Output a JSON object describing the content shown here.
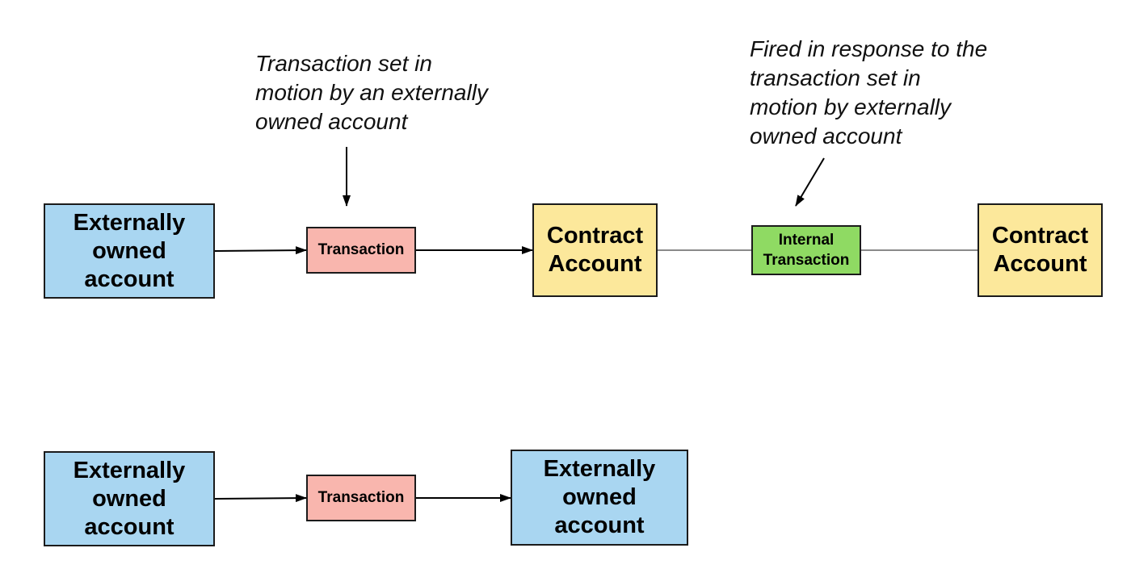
{
  "annotations": {
    "transaction_note": "Transaction set in\nmotion by an externally\nowned account",
    "internal_note": "Fired in response to the\ntransaction set in\nmotion by externally\nowned account"
  },
  "row1": {
    "source": "Externally\nowned\naccount",
    "transaction": "Transaction",
    "contract_1": "Contract\nAccount",
    "internal_transaction": "Internal\nTransaction",
    "contract_2": "Contract\nAccount"
  },
  "row2": {
    "source": "Externally\nowned\naccount",
    "transaction": "Transaction",
    "target": "Externally\nowned\naccount"
  },
  "colors": {
    "externally_owned": "#a9d6f1",
    "contract": "#fce89b",
    "transaction": "#f9b6ae",
    "internal_transaction": "#8fda63",
    "line": "#1b1b1b"
  }
}
